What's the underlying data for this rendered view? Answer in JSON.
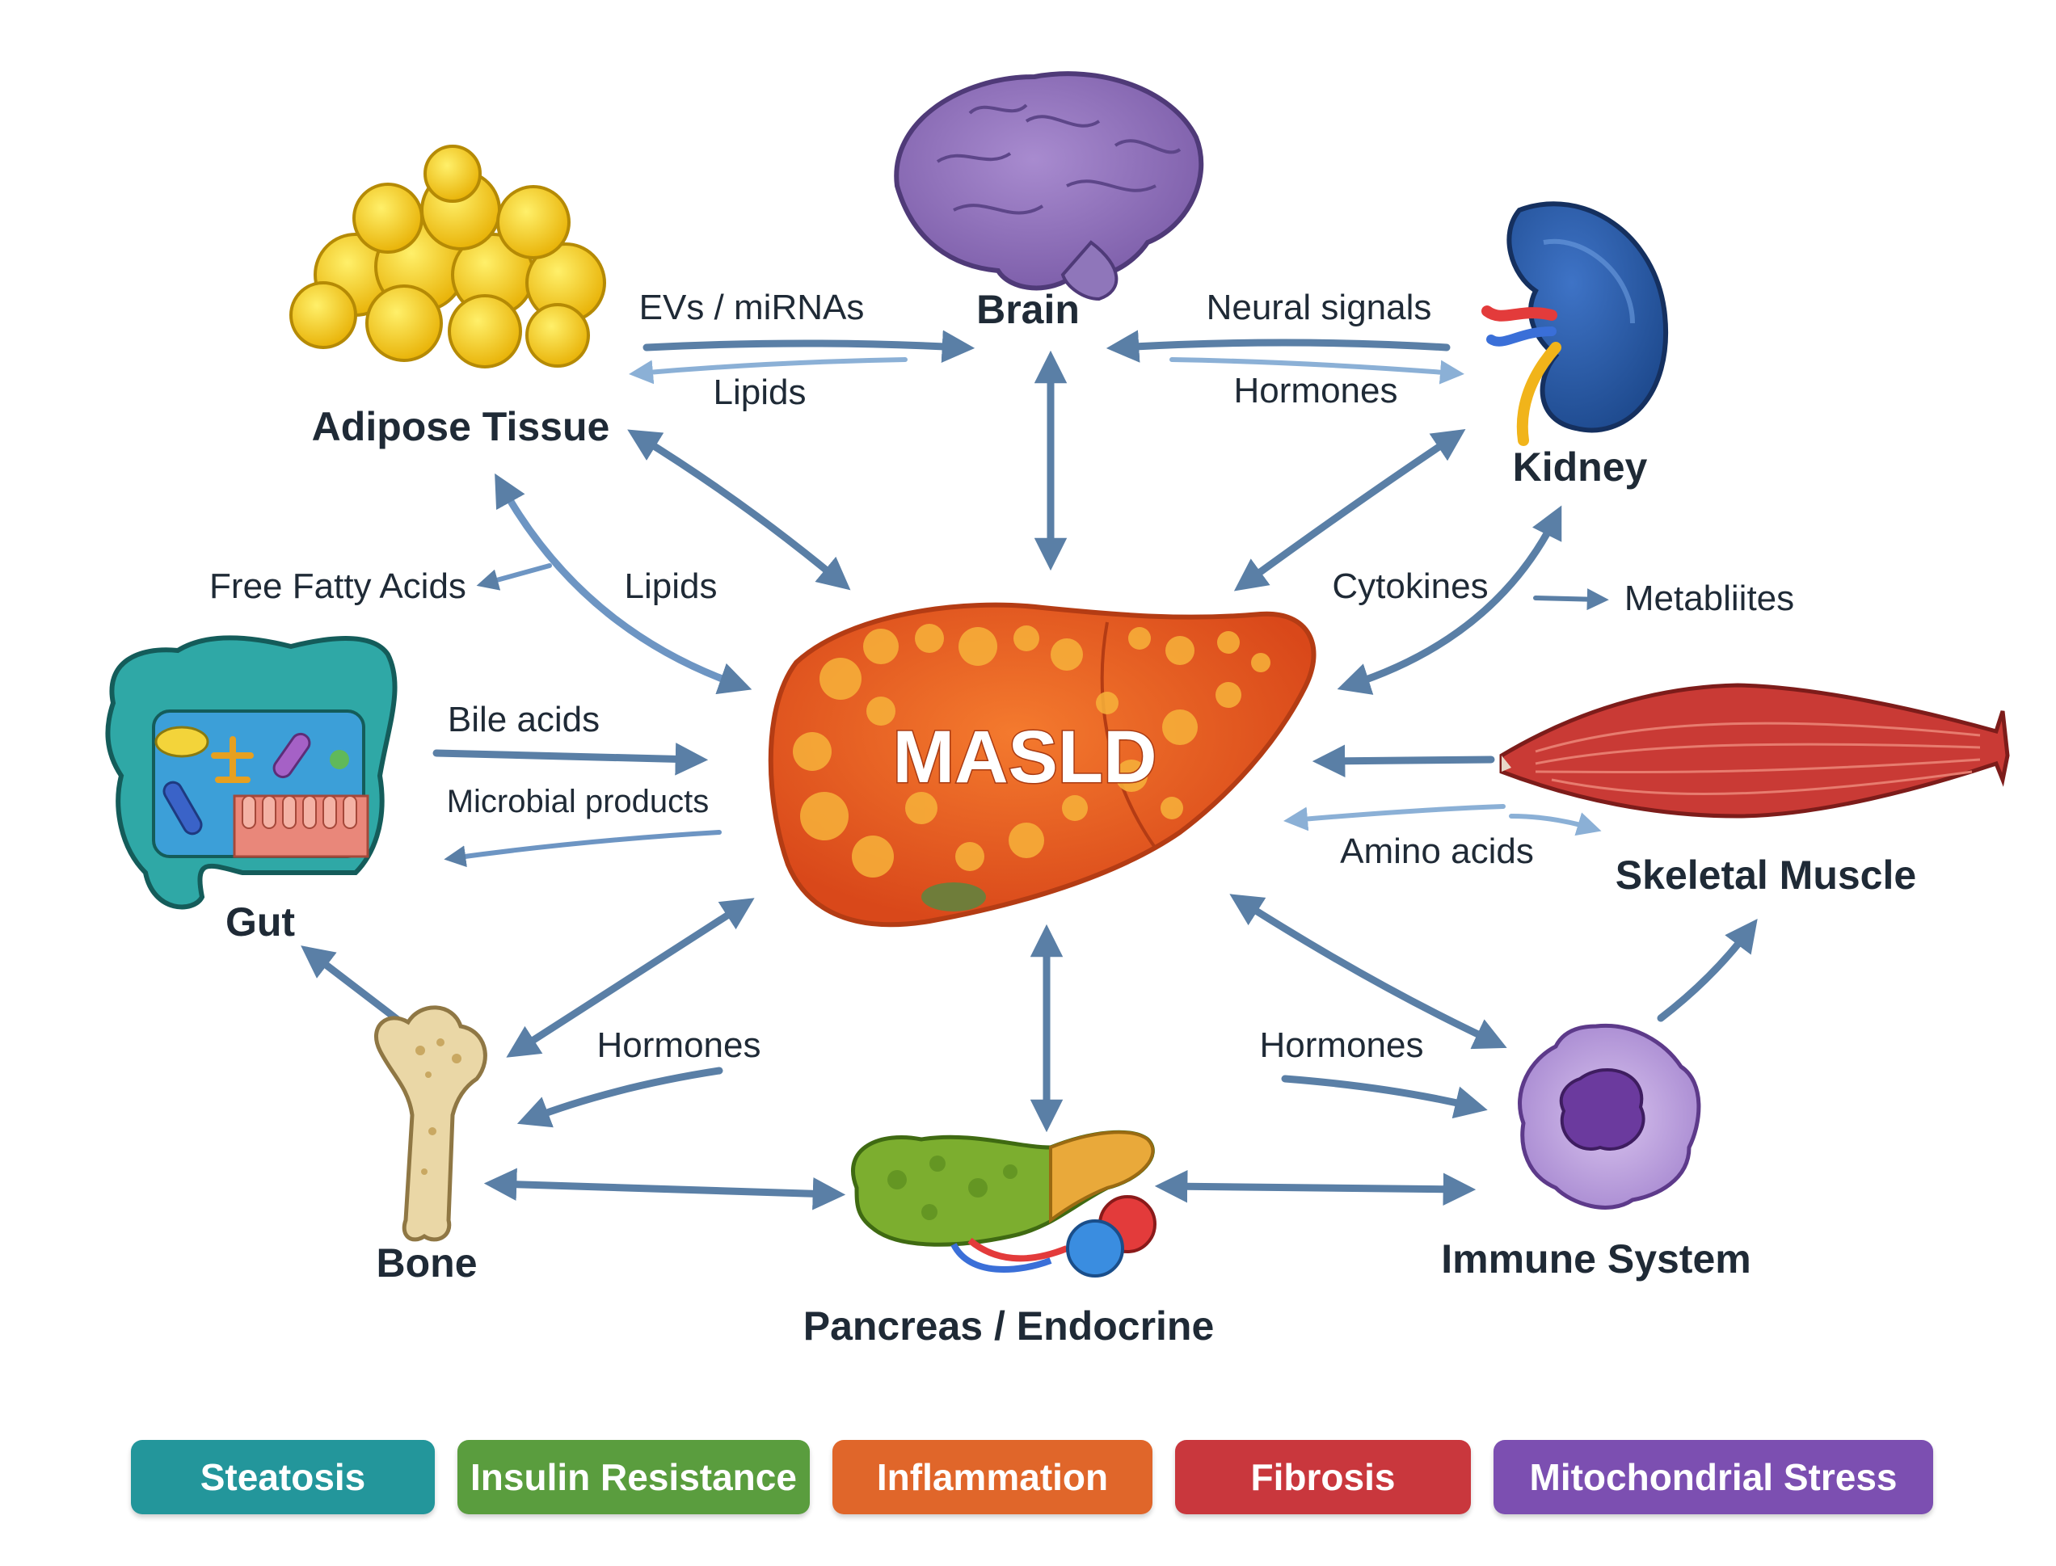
{
  "center": {
    "label": "MASLD"
  },
  "organs": {
    "brain": "Brain",
    "adipose": "Adipose Tissue",
    "kidney": "Kidney",
    "gut": "Gut",
    "muscle": "Skeletal Muscle",
    "bone": "Bone",
    "pancreas": "Pancreas / Endocrine",
    "immune": "Immune System"
  },
  "signals": {
    "evs": "EVs / miRNAs",
    "lipids_top": "Lipids",
    "neural": "Neural signals",
    "hormones_kidney": "Hormones",
    "ffa": "Free Fatty Acids",
    "lipids_mid": "Lipids",
    "cytokines": "Cytokines",
    "metabolites": "Metabliites",
    "bile": "Bile acids",
    "microbial": "Microbial products",
    "amino": "Amino acids",
    "hormones_bone": "Hormones",
    "hormones_immune": "Hormones"
  },
  "legend": [
    {
      "label": "Steatosis",
      "color": "#23969b"
    },
    {
      "label": "Insulin Resistance",
      "color": "#5a9d3e"
    },
    {
      "label": "Inflammation",
      "color": "#e0662a"
    },
    {
      "label": "Fibrosis",
      "color": "#c9373d"
    },
    {
      "label": "Mitochondrial Stress",
      "color": "#7c4fb1"
    }
  ],
  "colors": {
    "arrow": "#5a7fa6",
    "liver": "#e4541f",
    "label_text": "#1f2a36"
  }
}
